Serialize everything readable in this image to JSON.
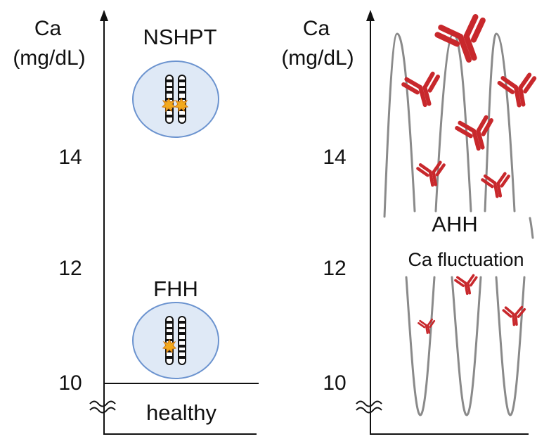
{
  "left_panel": {
    "axis_unit_line1": "Ca",
    "axis_unit_line2": "(mg/dL)",
    "tick_labels": [
      "14",
      "12",
      "10"
    ],
    "conditions": [
      {
        "label": "NSHPT",
        "icon": "cell-chromosome-pair-two-mutations-icon"
      },
      {
        "label": "FHH",
        "icon": "cell-chromosome-pair-one-mutation-icon"
      }
    ],
    "healthy_label": "healthy"
  },
  "right_panel": {
    "axis_unit_line1": "Ca",
    "axis_unit_line2": "(mg/dL)",
    "tick_labels": [
      "14",
      "12",
      "10"
    ],
    "condition_label": "AHH",
    "fluctuation_label": "Ca fluctuation",
    "icon": "antibody-icon"
  },
  "colors": {
    "cell_fill": "#dfe9f6",
    "cell_stroke": "#6b93cf",
    "antibody": "#c8282c",
    "mutation": "#f2a91d",
    "wave": "#8a8a8a",
    "axis": "#111111"
  }
}
